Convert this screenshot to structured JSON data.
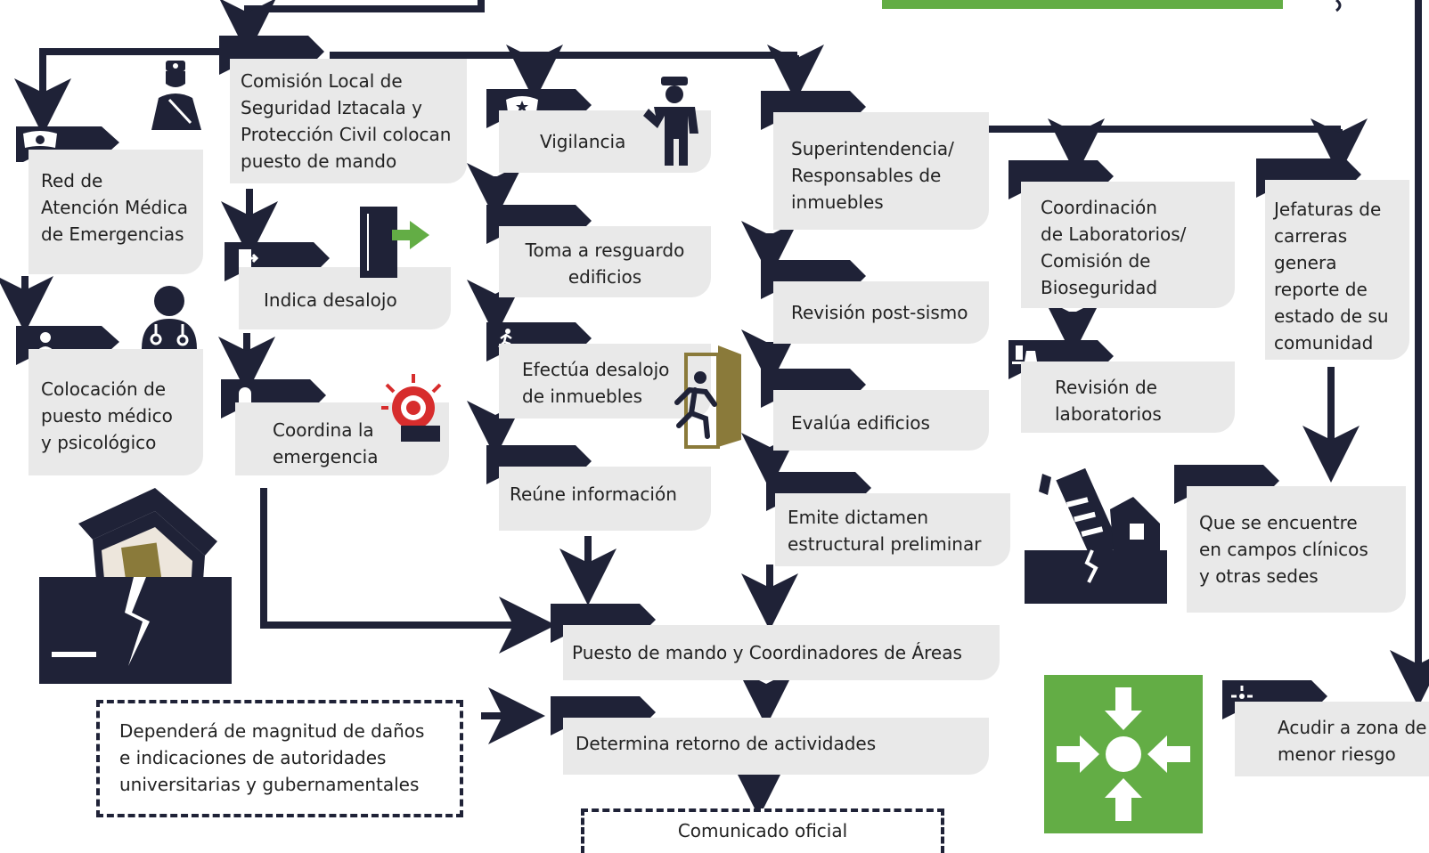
{
  "nodes": {
    "red_atencion": "Red de\nAtención Médica\nde Emergencias",
    "colocacion_puesto": "Colocación de\npuesto médico\ny psicológico",
    "comision_local": "Comisión Local de\nSeguridad Iztacala y\nProtección Civil colocan\npuesto de mando",
    "indica_desalojo": "Indica desalojo",
    "coordina_emergencia": "Coordina la\nemergencia",
    "vigilancia": "Vigilancia",
    "toma_resguardo": "Toma a resguardo\nedificios",
    "efectua_desalojo": "Efectúa desalojo\nde inmuebles",
    "reune_informacion": "Reúne información",
    "superintendencia": "Superintendencia/\nResponsables de\ninmuebles",
    "revision_postsismo": "Revisión post-sismo",
    "evalua_edificios": "Evalúa edificios",
    "emite_dictamen": "Emite dictamen\nestructural preliminar",
    "coordinacion_labs": "Coordinación\nde Laboratorios/\nComisión de\nBioseguridad",
    "revision_labs": "Revisión de\nlaboratorios",
    "jefaturas": "Jefaturas de\ncarreras\ngenera\nreporte de\nestado de su\ncomunidad",
    "campos_clinicos": "Que se encuentre\nen campos clínicos\ny otras sedes",
    "puesto_mando": "Puesto de mando y Coordinadores  de Áreas",
    "determina_retorno": "Determina retorno de actividades",
    "acudir_zona": "Acudir a zona de\nmenor riesgo",
    "dependera": "Dependerá de magnitud de daños\ne indicaciones de autoridades\nuniversitarias y gubernamentales",
    "comunicado": "Comunicado oficial"
  },
  "colors": {
    "navy": "#1f2237",
    "box": "#e9e9e9",
    "green": "#63ad45",
    "red": "#d72d2d",
    "olive": "#8a7a3a"
  },
  "icons": [
    "police-officer-icon",
    "nurse-cap-icon",
    "doctor-icon",
    "exit-door-icon",
    "siren-icon",
    "guard-icon",
    "running-exit-icon",
    "collapsed-house-icon",
    "damaged-lab-icon",
    "assembly-point-icon"
  ]
}
